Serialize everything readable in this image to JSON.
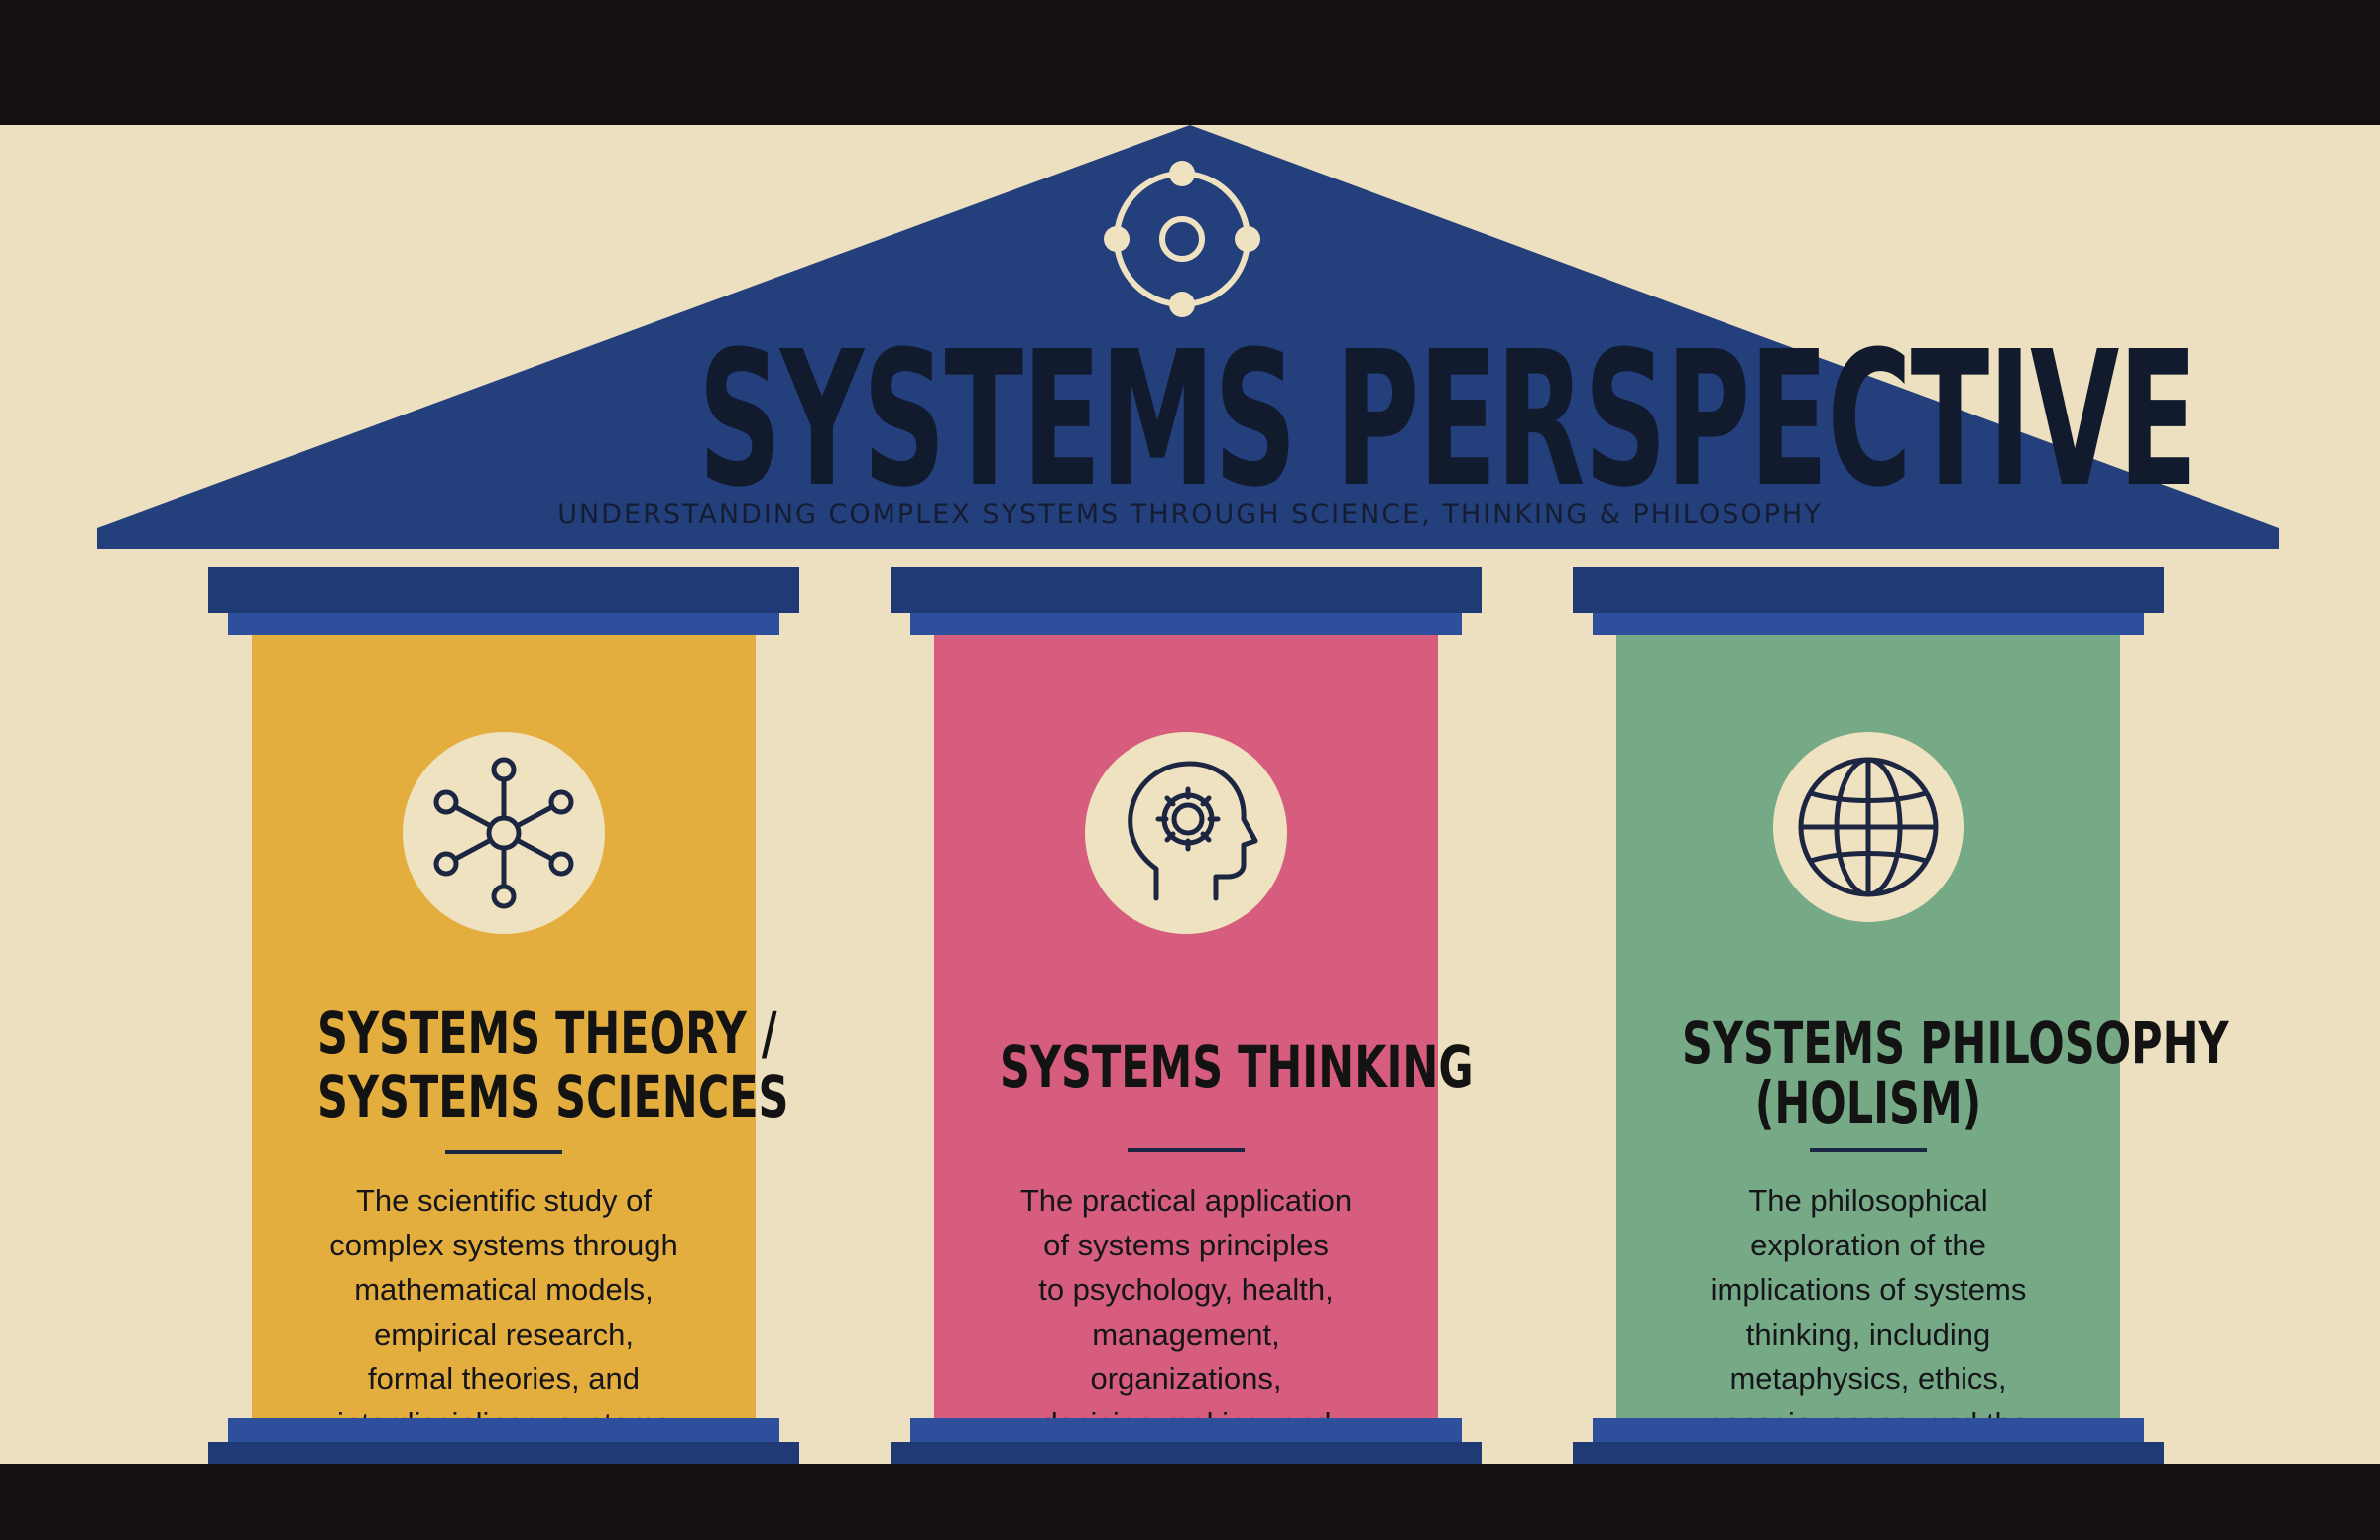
{
  "header": {
    "title": "SYSTEMS PERSPECTIVE",
    "subtitle": "UNDERSTANDING COMPLEX SYSTEMS THROUGH SCIENCE, THINKING & PHILOSOPHY",
    "logo_icon": "orbit-icon"
  },
  "colors": {
    "background": "#ece0c0",
    "roof": "#233f7c",
    "pillar_theory": "#e3ae3e",
    "pillar_thinking": "#d65d7d",
    "pillar_philosophy": "#76a986",
    "dark_text": "#131313"
  },
  "pillars": [
    {
      "icon": "network-icon",
      "title_line1": "SYSTEMS THEORY /",
      "title_line2": "SYSTEMS SCIENCES",
      "description": "The scientific study of\ncomplex systems through\nmathematical models,\nempirical research,\nformal theories, and\ninterdisciplinary systems\nscience."
    },
    {
      "icon": "head-gear-icon",
      "title_line1": "SYSTEMS THINKING",
      "title_line2": "",
      "description": "The practical application\nof systems principles\nto psychology, health,\nmanagement,\norganizations,\ndecision-making, and\npersonal life."
    },
    {
      "icon": "globe-icon",
      "title_line1": "SYSTEMS PHILOSOPHY",
      "title_line2": "(HOLISM)",
      "description": "The philosophical\nexploration of the\nimplications of systems\nthinking, including\nmetaphysics, ethics,\nconsciousness, and the\nnature of reality."
    }
  ]
}
